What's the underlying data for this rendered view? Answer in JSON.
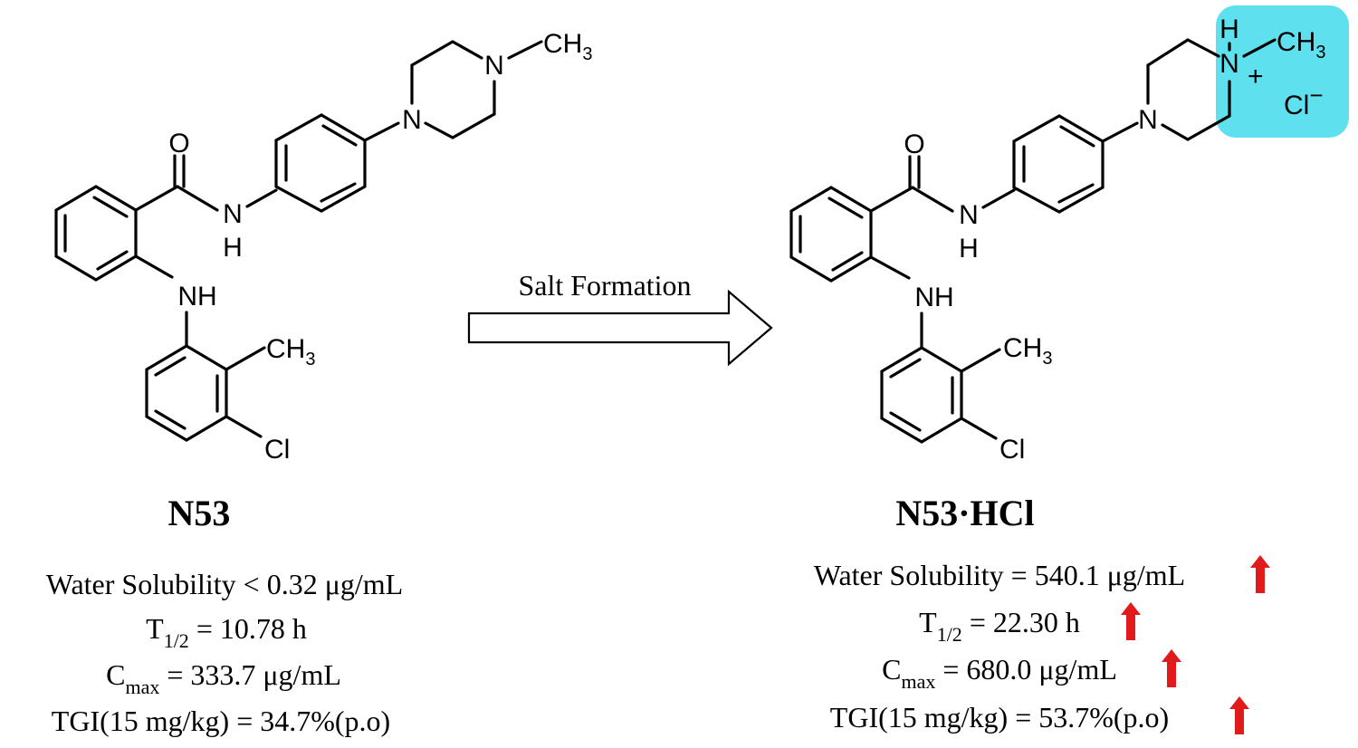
{
  "reaction": {
    "arrow_label": "Salt Formation"
  },
  "left": {
    "name": "N53",
    "atoms": {
      "o": "O",
      "nh_amide": "N",
      "h_amide": "H",
      "nh_amine": "NH",
      "ch3_ring": "CH",
      "ch3_ring_sub": "3",
      "cl": "Cl",
      "n_pip_1": "N",
      "n_pip_2": "N",
      "ch3_pip": "CH",
      "ch3_pip_sub": "3"
    },
    "props": {
      "water": "Water Solubility < 0.32 μg/mL",
      "t_half_main": "T",
      "t_half_sub": "1/2",
      "t_half_val": " = 10.78 h",
      "cmax_main": "C",
      "cmax_sub": "max",
      "cmax_val": " = 333.7 μg/mL",
      "tgi": "TGI(15 mg/kg) = 34.7%(p.o)"
    }
  },
  "right": {
    "name": "N53·HCl",
    "atoms": {
      "o": "O",
      "nh_amide": "N",
      "h_amide": "H",
      "nh_amine": "NH",
      "ch3_ring": "CH",
      "ch3_ring_sub": "3",
      "cl": "Cl",
      "n_pip_1": "N",
      "n_pip_2": "N",
      "h_plus": "H",
      "plus": "+",
      "ch3_pip": "CH",
      "ch3_pip_sub": "3",
      "counter_ion": "Cl",
      "counter_charge": "−"
    },
    "props": {
      "water": "Water Solubility = 540.1 μg/mL",
      "t_half_main": "T",
      "t_half_sub": "1/2",
      "t_half_val": " = 22.30 h",
      "cmax_main": "C",
      "cmax_sub": "max",
      "cmax_val": " = 680.0 μg/mL",
      "tgi": "TGI(15 mg/kg) = 53.7%(p.o)"
    }
  },
  "colors": {
    "highlight": "#5ee0ef",
    "arrow_up": "#e11b1b"
  },
  "icons": [
    "up-arrow-icon"
  ]
}
